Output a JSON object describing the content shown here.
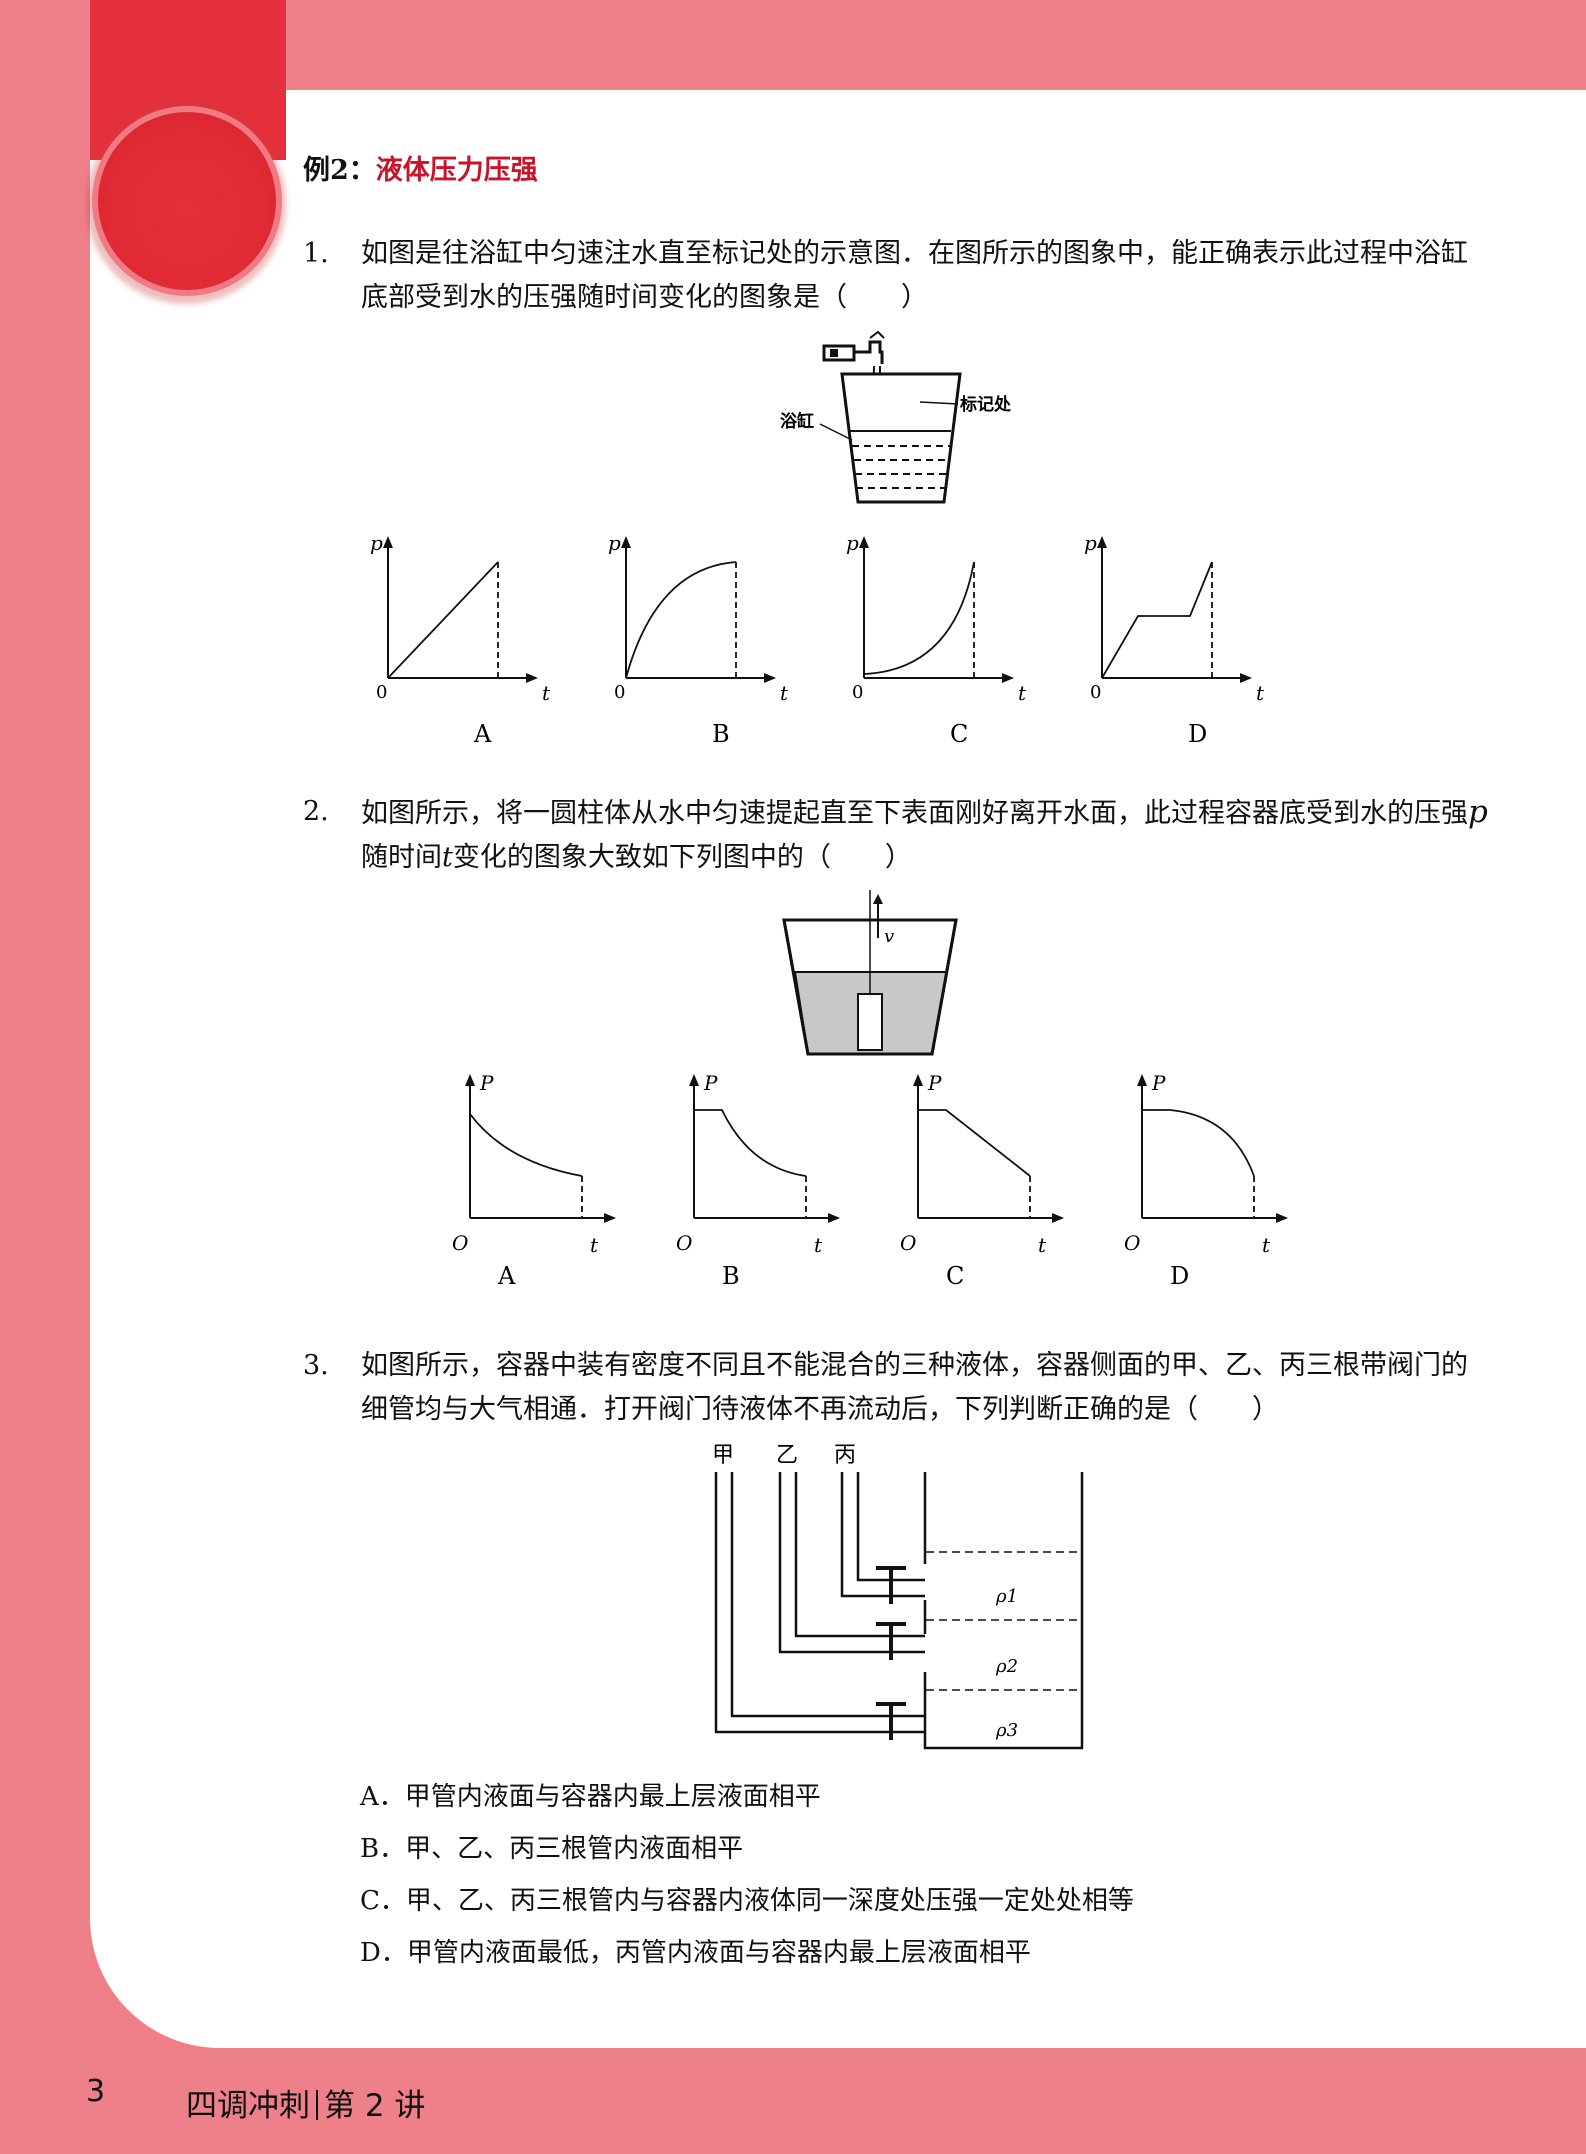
{
  "heading": {
    "num": "例2：",
    "title": "液体压力压强"
  },
  "q1": {
    "num": "1.",
    "text": "如图是往浴缸中匀速注水直至标记处的示意图．在图所示的图象中，能正确表示此过程中浴缸底部受到水的压强随时间变化的图象是（　　）",
    "fig_labels": {
      "tub": "浴缸",
      "mark": "标记处"
    },
    "graphs": [
      {
        "label": "A",
        "shape": "linear",
        "ylabel": "p",
        "xlabel": "t",
        "origin": "0"
      },
      {
        "label": "B",
        "shape": "concave",
        "ylabel": "p",
        "xlabel": "t",
        "origin": "0"
      },
      {
        "label": "C",
        "shape": "convex",
        "ylabel": "p",
        "xlabel": "t",
        "origin": "0"
      },
      {
        "label": "D",
        "shape": "step",
        "ylabel": "p",
        "xlabel": "t",
        "origin": "0"
      }
    ]
  },
  "q2": {
    "num": "2.",
    "text_before": "如图所示，将一圆柱体从水中匀速提起直至下表面刚好离开水面，此过程容器底受到水的压强",
    "p": "p",
    "mid": "随时间",
    "t": "t",
    "text_after": "变化的图象大致如下列图中的（　　）",
    "fig_labels": {
      "v": "v"
    },
    "graphs": [
      {
        "label": "A",
        "shape": "decay",
        "ylabel": "P",
        "xlabel": "t",
        "origin": "O"
      },
      {
        "label": "B",
        "shape": "flat-decay",
        "ylabel": "P",
        "xlabel": "t",
        "origin": "O"
      },
      {
        "label": "C",
        "shape": "flat-linear",
        "ylabel": "P",
        "xlabel": "t",
        "origin": "O"
      },
      {
        "label": "D",
        "shape": "flat-convex",
        "ylabel": "P",
        "xlabel": "t",
        "origin": "O"
      }
    ]
  },
  "q3": {
    "num": "3.",
    "text": "如图所示，容器中装有密度不同且不能混合的三种液体，容器侧面的甲、乙、丙三根带阀门的细管均与大气相通．打开阀门待液体不再流动后，下列判断正确的是（　　）",
    "fig_labels": {
      "jia": "甲",
      "yi": "乙",
      "bing": "丙",
      "rho1": "ρ1",
      "rho2": "ρ2",
      "rho3": "ρ3"
    },
    "options": [
      "A．甲管内液面与容器内最上层液面相平",
      "B．甲、乙、丙三根管内液面相平",
      "C．甲、乙、丙三根管内与容器内液体同一深度处压强一定处处相等",
      "D．甲管内液面最低，丙管内液面与容器内最上层液面相平"
    ]
  },
  "footer": {
    "page": "3",
    "course": "四调冲刺",
    "lesson": "第 2 讲"
  },
  "colors": {
    "band": "#ee8089",
    "tab": "#e3303c",
    "title": "#c8132a"
  }
}
